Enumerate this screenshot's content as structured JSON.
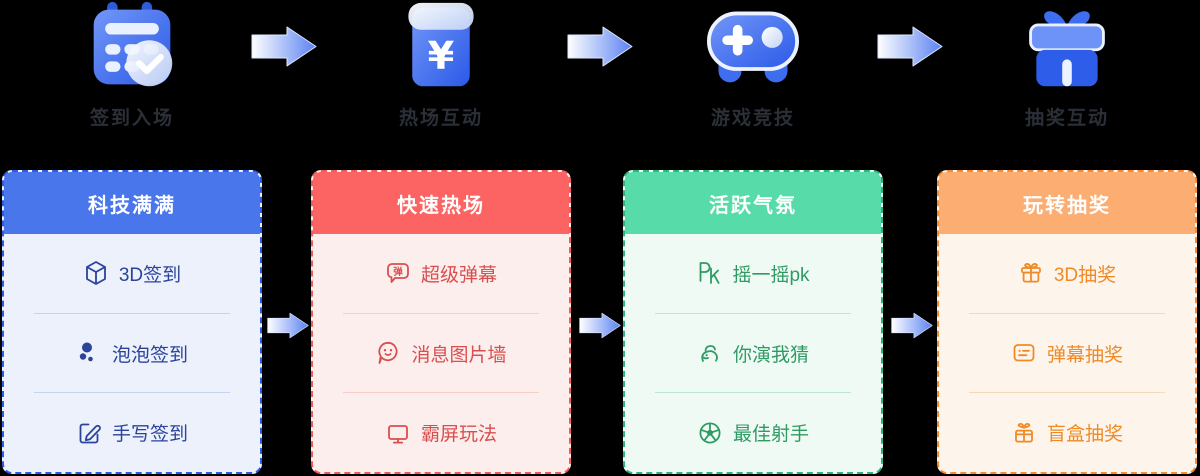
{
  "canvas": {
    "background": "#000000"
  },
  "flow": {
    "arrow_gradient": {
      "from": "#FFFFFF",
      "to": "#5B82F2"
    },
    "steps": [
      {
        "label": "签到入场",
        "icon": "calendar-check-icon"
      },
      {
        "label": "热场互动",
        "icon": "red-packet-icon"
      },
      {
        "label": "游戏竞技",
        "icon": "gamepad-icon"
      },
      {
        "label": "抽奖互动",
        "icon": "gift-box-icon"
      }
    ]
  },
  "cards": [
    {
      "title": "科技满满",
      "accent": "#4A76EC",
      "border": "#2B5CE8",
      "body_bg": "#ECF1FB",
      "text": "#2B439B",
      "items": [
        {
          "label": "3D签到",
          "icon": "cube-3d-icon"
        },
        {
          "label": "泡泡签到",
          "icon": "bubbles-icon"
        },
        {
          "label": "手写签到",
          "icon": "handwriting-icon"
        }
      ]
    },
    {
      "title": "快速热场",
      "accent": "#FC6363",
      "border": "#F35B5B",
      "body_bg": "#FCEEEC",
      "text": "#D94F4F",
      "items": [
        {
          "label": "超级弹幕",
          "icon": "danmaku-bubble-icon",
          "icon_char": "弹"
        },
        {
          "label": "消息图片墙",
          "icon": "smiley-bubble-icon"
        },
        {
          "label": "霸屏玩法",
          "icon": "monitor-icon"
        }
      ]
    },
    {
      "title": "活跃气氛",
      "accent": "#57DCA9",
      "border": "#2CB581",
      "body_bg": "#F0FAF5",
      "text": "#2F9B63",
      "items": [
        {
          "label": "摇一摇pk",
          "icon": "pk-icon"
        },
        {
          "label": "你演我猜",
          "icon": "charades-icon"
        },
        {
          "label": "最佳射手",
          "icon": "soccer-ball-icon"
        }
      ]
    },
    {
      "title": "玩转抽奖",
      "accent": "#FBAD72",
      "border": "#F58B33",
      "body_bg": "#FDF5EC",
      "text": "#F08A26",
      "items": [
        {
          "label": "3D抽奖",
          "icon": "gift-outline-icon"
        },
        {
          "label": "弹幕抽奖",
          "icon": "danmaku-card-icon"
        },
        {
          "label": "盲盒抽奖",
          "icon": "mystery-box-icon"
        }
      ]
    }
  ]
}
